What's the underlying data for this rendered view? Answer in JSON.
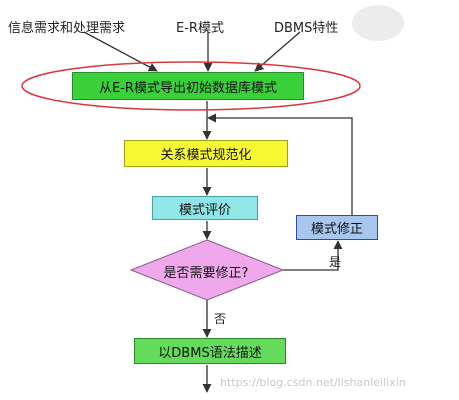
{
  "inputs": {
    "requirements": "信息需求和处理需求",
    "er_model": "E-R模式",
    "dbms_features": "DBMS特性"
  },
  "nodes": {
    "initial_model": "从E-R模式导出初始数据库模式",
    "normalization": "关系模式规范化",
    "evaluation": "模式评价",
    "decision": "是否需要修正?",
    "correction": "模式修正",
    "dbms_description": "以DBMS语法描述"
  },
  "edges": {
    "yes_label": "是",
    "no_label": "否"
  },
  "colors": {
    "initial_model": "#39d039",
    "normalization": "#f7f732",
    "evaluation": "#8ee6e6",
    "decision": "#f0a8ec",
    "correction": "#a9c6ef",
    "dbms_description": "#64db5a",
    "highlight_ellipse": "#d9363e",
    "connector": "#333333"
  },
  "watermark": "https://blog.csdn.net/lishanleilixin"
}
